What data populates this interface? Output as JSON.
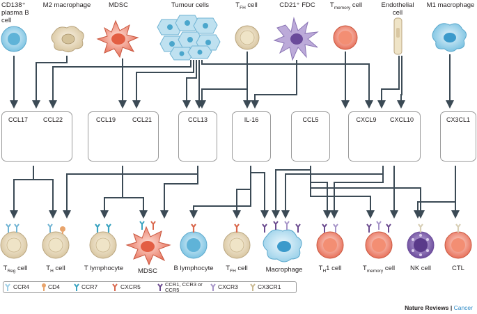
{
  "sources": [
    {
      "key": "plasma",
      "label": "CD138⁺ plasma B cell"
    },
    {
      "key": "m2",
      "label": "M2 macrophage"
    },
    {
      "key": "mdsc",
      "label": "MDSC"
    },
    {
      "key": "tumour",
      "label": "Tumour cells"
    },
    {
      "key": "tfh",
      "label": "T",
      "sub": "FH",
      "suffix": " cell"
    },
    {
      "key": "fdc",
      "label": "CD21⁺ FDC"
    },
    {
      "key": "tmem",
      "label": "T",
      "sub": "memory",
      "suffix": " cell"
    },
    {
      "key": "endo",
      "label": "Endothelial cell"
    },
    {
      "key": "m1",
      "label": "M1 macrophage"
    }
  ],
  "chemokines": {
    "ccl17": "CCL17",
    "ccl22": "CCL22",
    "ccl19": "CCL19",
    "ccl21": "CCL21",
    "ccl13": "CCL13",
    "il16": "IL-16",
    "ccl5": "CCL5",
    "cxcl9": "CXCL9",
    "cxcl10": "CXCL10",
    "cx3cl1": "CX3CL1"
  },
  "targets": [
    {
      "key": "treg",
      "label": "T",
      "sub": "Reg",
      "suffix": " cell"
    },
    {
      "key": "th",
      "label": "T",
      "sub": "H",
      "suffix": " cell"
    },
    {
      "key": "tlym",
      "label": "T lymphocyte"
    },
    {
      "key": "mdsc2",
      "label": "MDSC"
    },
    {
      "key": "blym",
      "label": "B lymphocyte"
    },
    {
      "key": "tfh2",
      "label": "T",
      "sub": "FH",
      "suffix": " cell"
    },
    {
      "key": "macro",
      "label": "Macrophage"
    },
    {
      "key": "th1",
      "label": "T",
      "sub": "H",
      "suffix": "1 cell"
    },
    {
      "key": "tmem2",
      "label": "T",
      "sub": "memory",
      "suffix": " cell"
    },
    {
      "key": "nk",
      "label": "NK cell"
    },
    {
      "key": "ctl",
      "label": "CTL"
    }
  ],
  "legend": [
    {
      "key": "ccr4",
      "label": "CCR4",
      "color": "#9fcfe6"
    },
    {
      "key": "cd4",
      "label": "CD4",
      "color": "#e8a46c"
    },
    {
      "key": "ccr7",
      "label": "CCR7",
      "color": "#3aa3c0"
    },
    {
      "key": "cxcr5",
      "label": "CXCR5",
      "color": "#d9674c"
    },
    {
      "key": "ccr135",
      "label": "CCR1, CCR3 or CCR5",
      "color": "#6a4a8e"
    },
    {
      "key": "cxcr3",
      "label": "CXCR3",
      "color": "#a694c8"
    },
    {
      "key": "cx3cr1",
      "label": "CX3CR1",
      "color": "#d8cfb6"
    }
  ],
  "credit": {
    "journal": "Nature Reviews",
    "sep": " | ",
    "section": "Cancer"
  },
  "colors": {
    "ccl17": "#bfe1f0",
    "ccl19": "#4fb3cf",
    "ccl13": "#e4725a",
    "il16": "#f0a889",
    "ccl5": "#7a5a9e",
    "cxcl9": "#bdb0d9",
    "cx3cl1": "#ece6d4",
    "arrow": "#3b4a55"
  }
}
